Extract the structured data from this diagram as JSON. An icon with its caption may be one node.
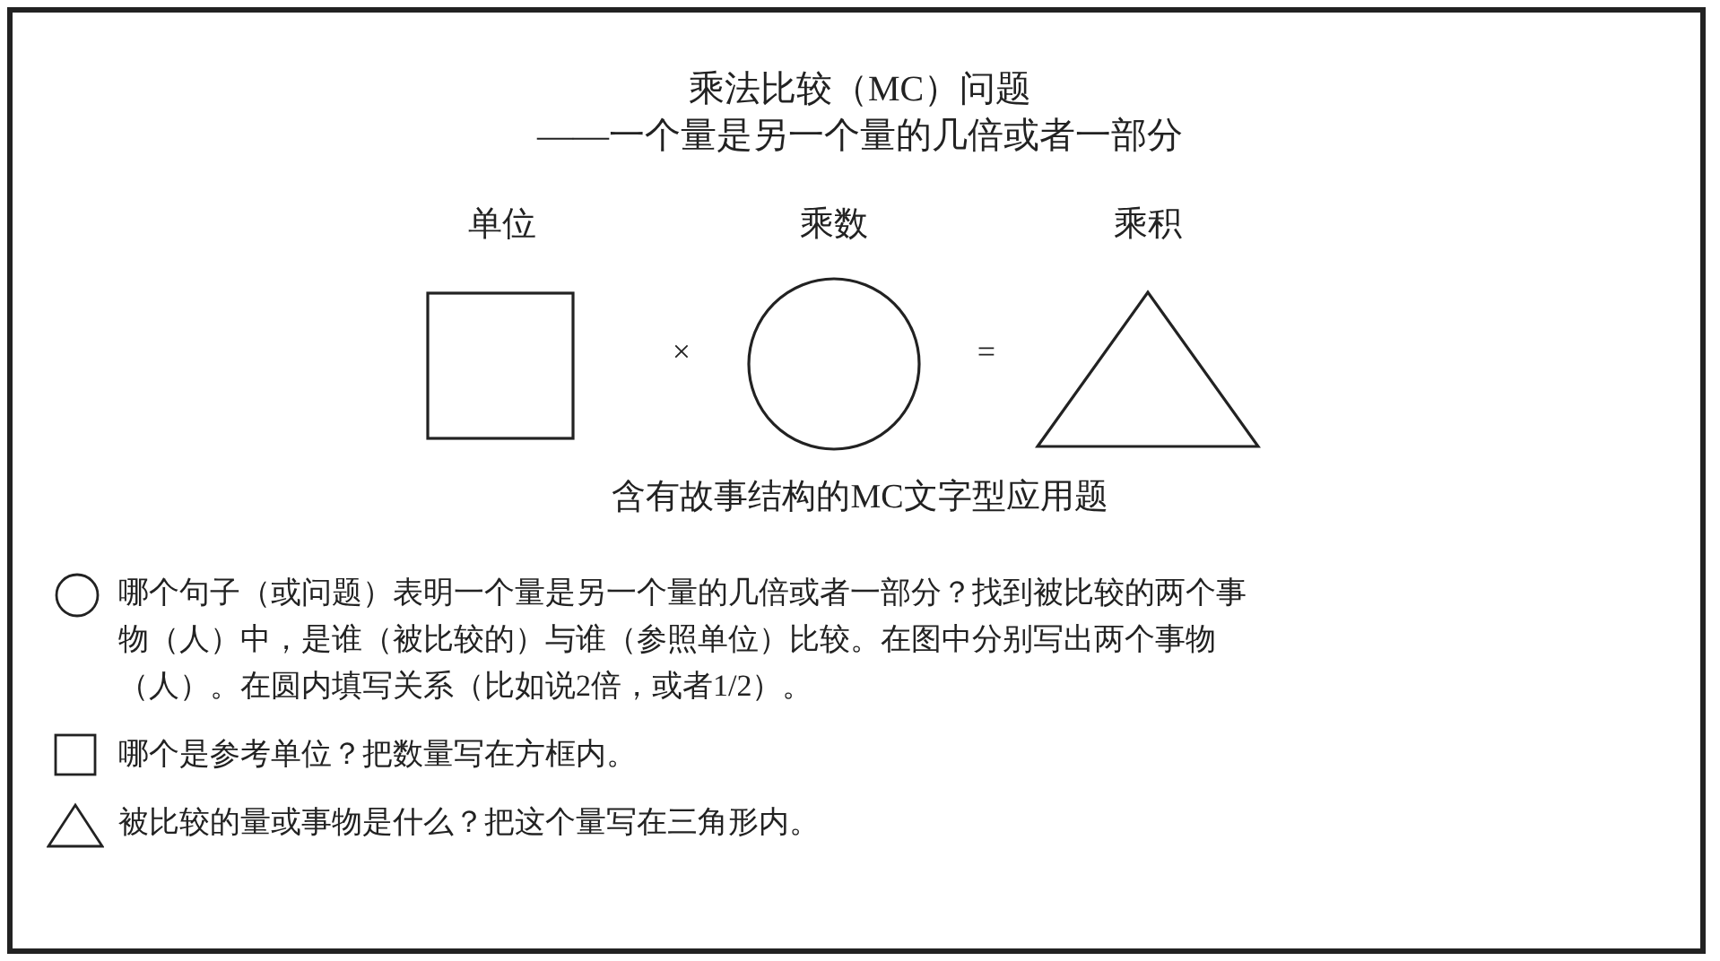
{
  "diagram": {
    "title": "乘法比较（MC）问题",
    "caption": "含有故事结构的MC文字型应用题",
    "nodes": [
      {
        "text": [
          "单位"
        ]
      },
      {
        "text": [
          "乘数"
        ]
      },
      {
        "text": [
          "乘积"
        ]
      }
    ],
    "edges": [],
    "labels": [
      "——一个量是另一个量的几倍或者一部分",
      "×",
      "="
    ],
    "legend": [
      {
        "text": "哪个句子（或问题）表明一个量是另一个量的几倍或者一部分？找到被比较的两个事物（人）中，是谁（被比较的）与谁（参照单位）比较。在图中分别写出两个事物（人）。在圆内填写关系（比如说2倍，或者1/2）。"
      },
      {
        "text": "哪个是参考单位？把数量写在方框内。"
      },
      {
        "text": "被比较的量或事物是什么？把这个量写在三角形内。"
      }
    ]
  }
}
